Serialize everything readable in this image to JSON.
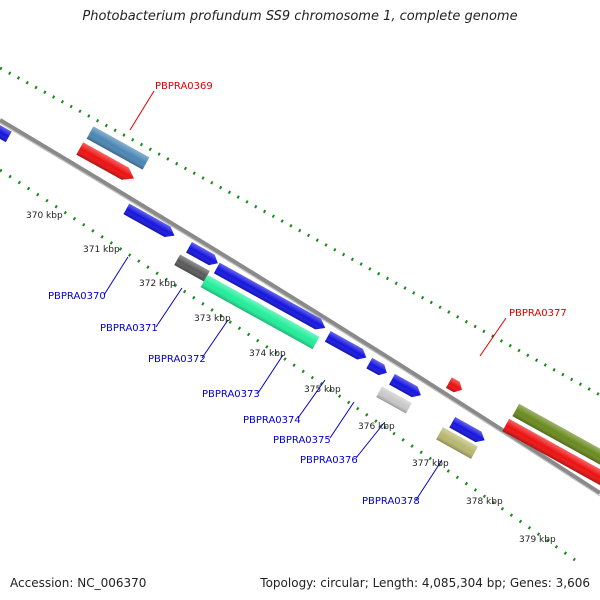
{
  "header": {
    "title": "Photobacterium profundum SS9 chromosome 1, complete genome"
  },
  "footer": {
    "accession_label": "Accession:",
    "accession": "NC_006370",
    "topology_label": "Topology:",
    "topology": "circular;",
    "length_label": "Length:",
    "length": "4,085,304 bp;",
    "genes_label": "Genes:",
    "genes": "3,606"
  },
  "map": {
    "colors": {
      "backbone": "#8a8a8a",
      "ticks": "#1a8a1a",
      "label_red": "#dd0000",
      "label_blue": "#0000cc",
      "tick_label": "#222222"
    },
    "scale_labels": [
      "370 kbp",
      "371 kbp",
      "372 kbp",
      "373 kbp",
      "374 kbp",
      "375 kbp",
      "376 kbp",
      "377 kbp",
      "378 kbp",
      "379 kbp"
    ],
    "gene_labels_forward": [
      "PBPRA0369",
      "PBPRA0377"
    ],
    "gene_labels_reverse": [
      "PBPRA0370",
      "PBPRA0371",
      "PBPRA0372",
      "PBPRA0373",
      "PBPRA0374",
      "PBPRA0375",
      "PBPRA0376",
      "PBPRA0378"
    ],
    "feature_colors": {
      "blue": "#1515e0",
      "red": "#ee1111",
      "steel": "#4a86b4",
      "gray": "#5a5a5a",
      "aqua": "#22ee9a",
      "light_gray": "#c8c8c8",
      "khaki": "#b8b870",
      "olive": "#6a8a1e"
    }
  }
}
